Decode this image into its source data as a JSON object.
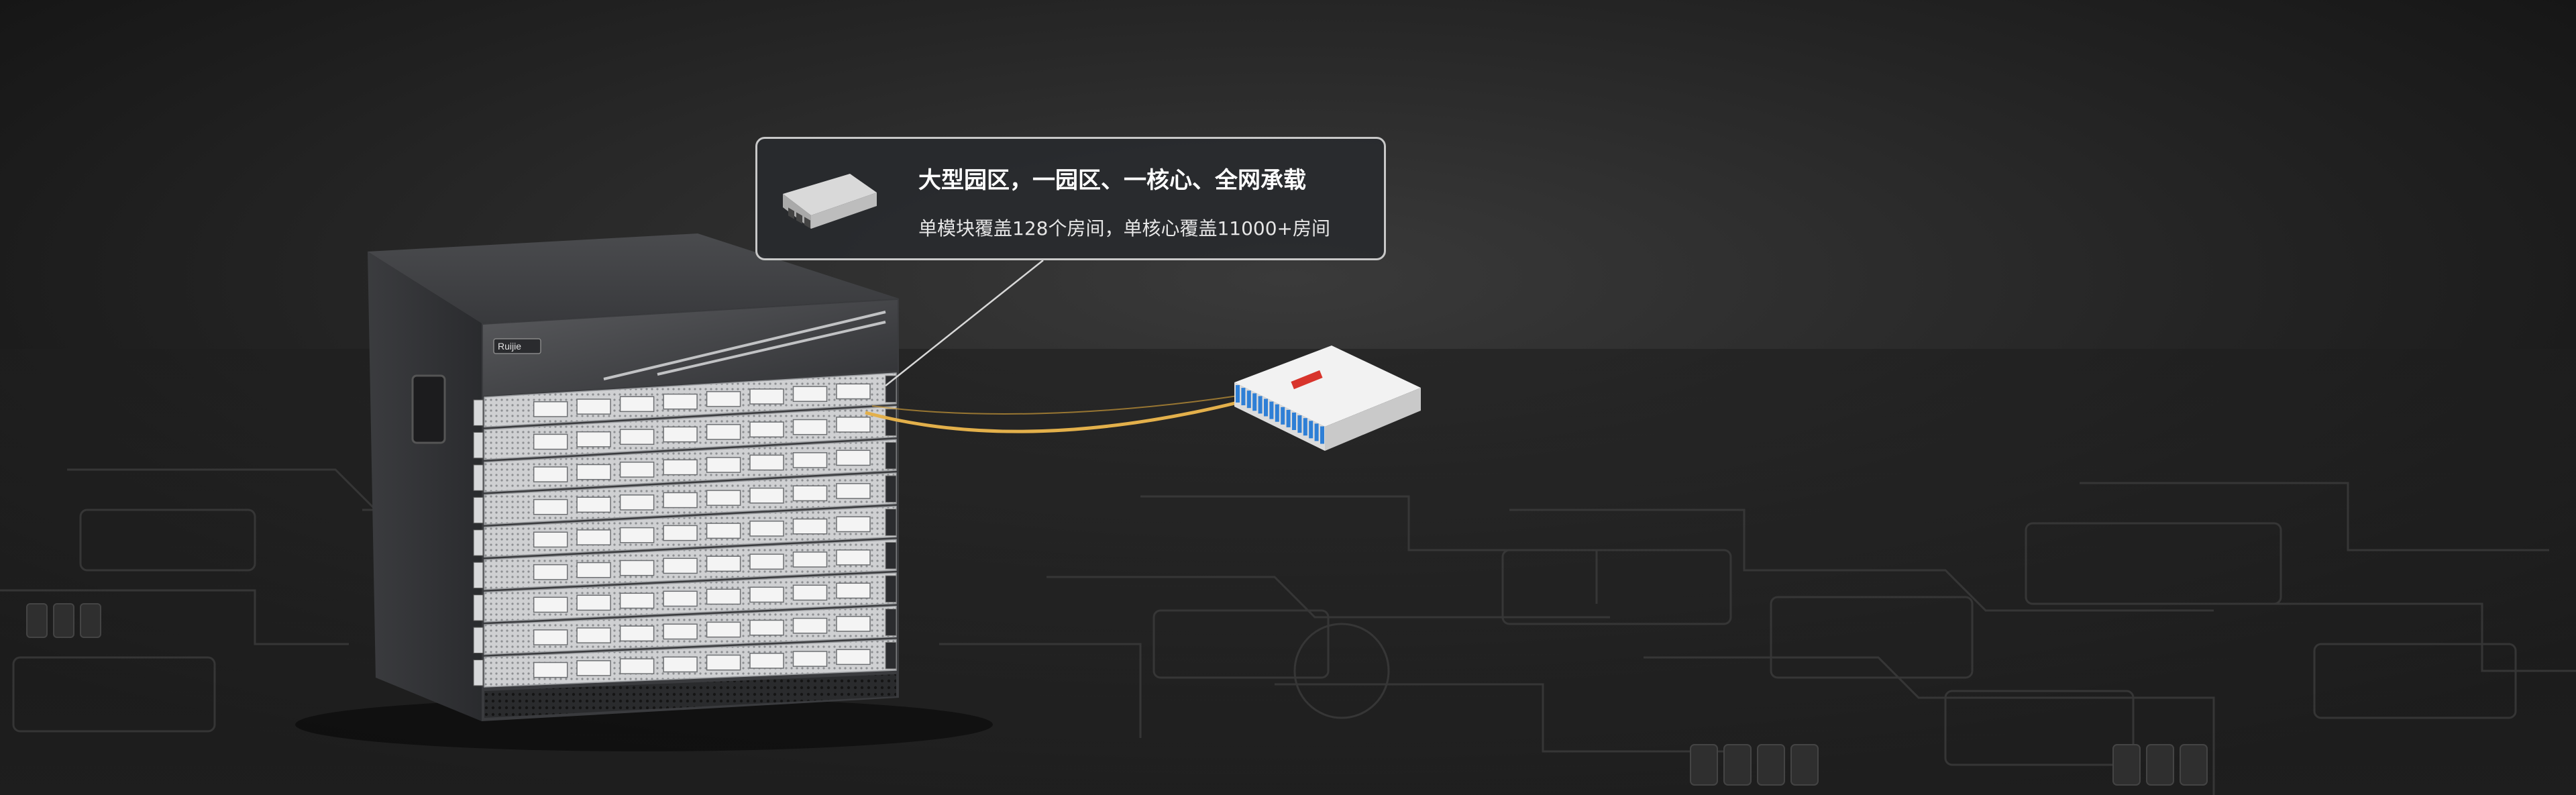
{
  "callout": {
    "title": "大型园区，一园区、一核心、全网承载",
    "subtitle": "单模块覆盖128个房间，单核心覆盖11000+房间"
  },
  "device": {
    "brand_logo_text": "Ruijie"
  },
  "colors": {
    "background": "#161616",
    "fiber_cable": "#e3b04b",
    "splitter_ports": "#2e7fd6",
    "splitter_label": "#d8342c"
  },
  "icons": {
    "callout_thumbnail": "optical-module-icon"
  }
}
